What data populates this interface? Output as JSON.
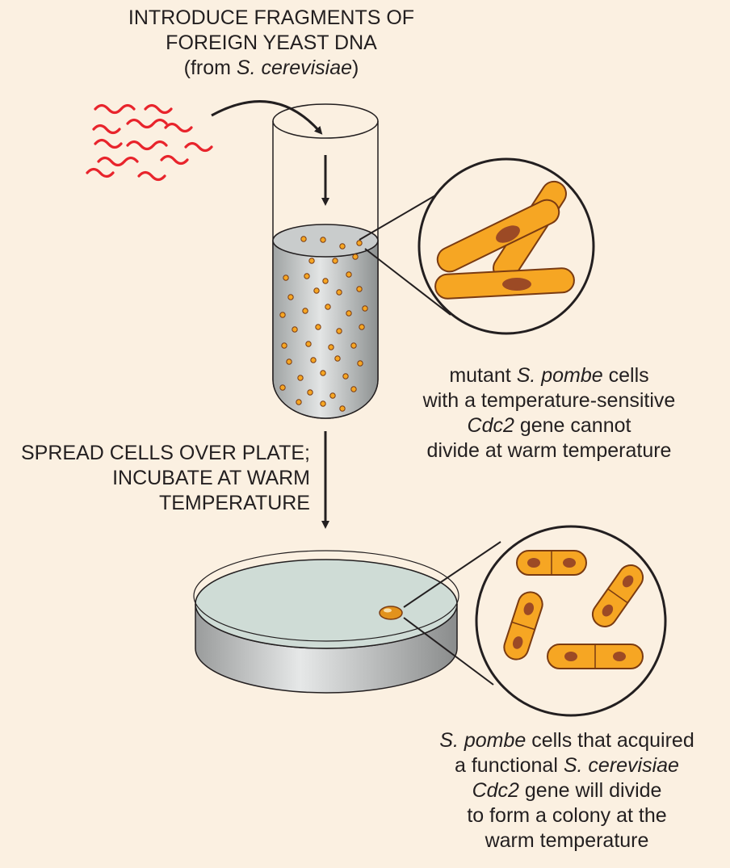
{
  "title": {
    "line1": "INTRODUCE FRAGMENTS OF",
    "line2": "FOREIGN YEAST DNA",
    "line3_pre": "(from ",
    "line3_italic": "S. cerevisiae",
    "line3_post": ")"
  },
  "mutant_label": {
    "line1_pre": "mutant ",
    "line1_italic": "S. pombe",
    "line1_post": " cells",
    "line2": "with a temperature-sensitive",
    "line3_italic": "Cdc2",
    "line3_post": " gene cannot",
    "line4": "divide at warm temperature"
  },
  "spread_label": {
    "line1": "SPREAD CELLS OVER PLATE;",
    "line2": "INCUBATE AT WARM",
    "line3": "TEMPERATURE"
  },
  "result_label": {
    "line1_italic": "S. pombe",
    "line1_post": " cells that acquired",
    "line2_pre": "a functional ",
    "line2_italic": "S. cerevisiae",
    "line3_italic": "Cdc2",
    "line3_post": " gene will divide",
    "line4": "to form a colony at the",
    "line5": "warm temperature"
  },
  "colors": {
    "background": "#fbf0e1",
    "dna": "#e8242c",
    "cell_fill": "#f6a623",
    "cell_outline": "#7a3b12",
    "nucleus": "#9c4a25",
    "liquid": "#b9bdbd",
    "agar": "#cfdcd6",
    "plate_side": "#a9abab",
    "text": "#231f20"
  }
}
